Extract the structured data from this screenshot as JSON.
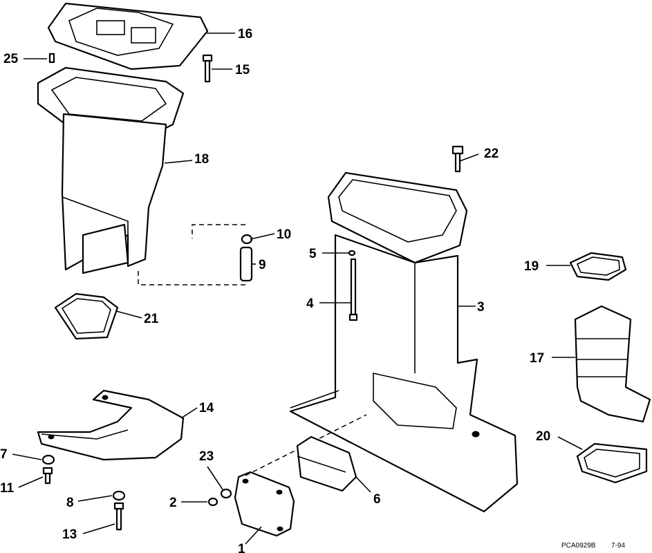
{
  "diagram": {
    "callouts": [
      {
        "id": "c1",
        "text": "1"
      },
      {
        "id": "c2",
        "text": "2"
      },
      {
        "id": "c3",
        "text": "3"
      },
      {
        "id": "c4",
        "text": "4"
      },
      {
        "id": "c5",
        "text": "5"
      },
      {
        "id": "c6",
        "text": "6"
      },
      {
        "id": "c7",
        "text": "7"
      },
      {
        "id": "c8",
        "text": "8"
      },
      {
        "id": "c9",
        "text": "9"
      },
      {
        "id": "c10",
        "text": "10"
      },
      {
        "id": "c11",
        "text": "11"
      },
      {
        "id": "c13",
        "text": "13"
      },
      {
        "id": "c14",
        "text": "14"
      },
      {
        "id": "c15",
        "text": "15"
      },
      {
        "id": "c16",
        "text": "16"
      },
      {
        "id": "c17",
        "text": "17"
      },
      {
        "id": "c18",
        "text": "18"
      },
      {
        "id": "c19",
        "text": "19"
      },
      {
        "id": "c20",
        "text": "20"
      },
      {
        "id": "c21",
        "text": "21"
      },
      {
        "id": "c22",
        "text": "22"
      },
      {
        "id": "c23",
        "text": "23"
      },
      {
        "id": "c25",
        "text": "25"
      }
    ],
    "figure_code": "PCA0929B",
    "date_code": "7-94"
  }
}
